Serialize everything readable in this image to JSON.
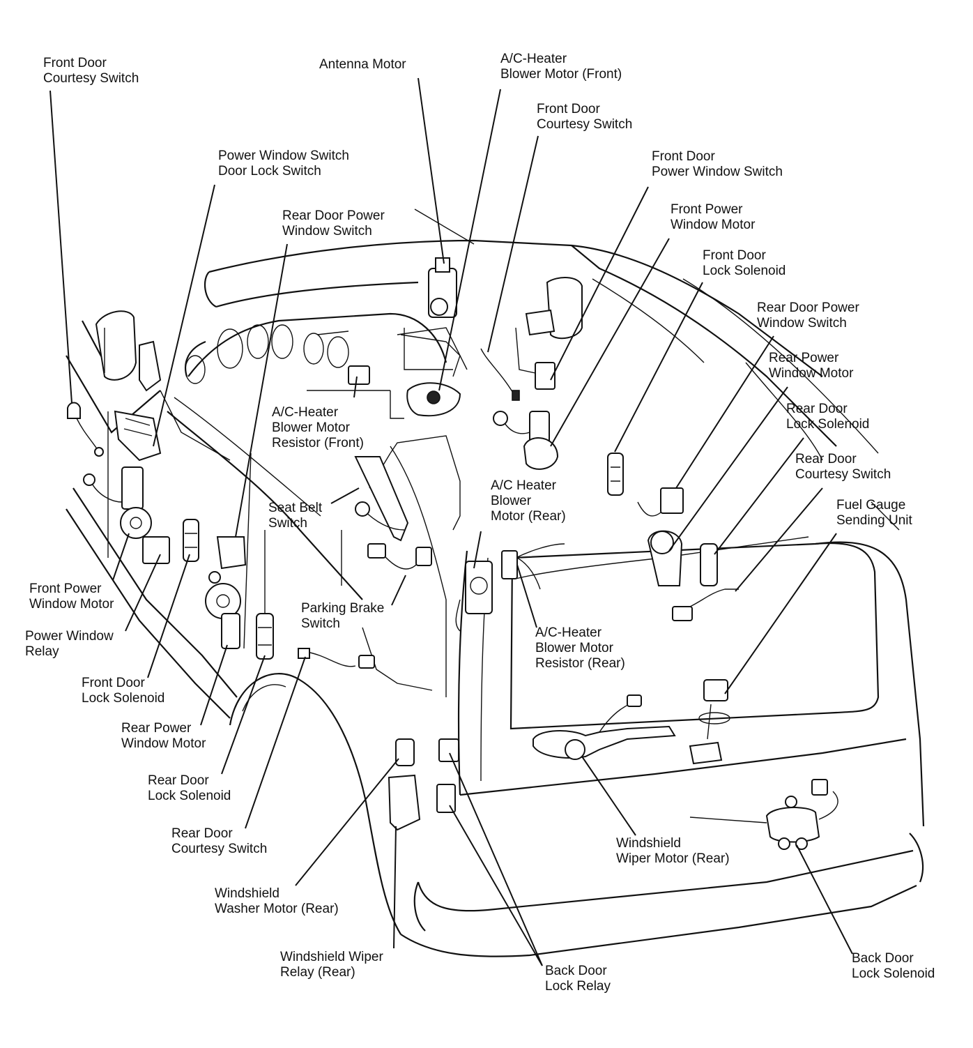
{
  "labels": [
    {
      "id": "front-door-courtesy-switch-left",
      "lines": [
        "Front Door",
        "Courtesy Switch"
      ]
    },
    {
      "id": "antenna-motor",
      "lines": [
        "Antenna Motor"
      ]
    },
    {
      "id": "ac-heater-blower-motor-front",
      "lines": [
        "A/C-Heater",
        "Blower Motor (Front)"
      ]
    },
    {
      "id": "front-door-courtesy-switch-right",
      "lines": [
        "Front Door",
        "Courtesy Switch"
      ]
    },
    {
      "id": "power-window-switch-door-lock-switch",
      "lines": [
        "Power Window Switch",
        "Door Lock Switch"
      ]
    },
    {
      "id": "front-door-power-window-switch",
      "lines": [
        "Front Door",
        "Power Window Switch"
      ]
    },
    {
      "id": "rear-door-power-window-switch-left",
      "lines": [
        "Rear Door Power",
        "Window Switch"
      ]
    },
    {
      "id": "front-power-window-motor-right",
      "lines": [
        "Front Power",
        "Window Motor"
      ]
    },
    {
      "id": "front-door-lock-solenoid-right",
      "lines": [
        "Front Door",
        "Lock Solenoid"
      ]
    },
    {
      "id": "rear-door-power-window-switch-right",
      "lines": [
        "Rear Door Power",
        "Window Switch"
      ]
    },
    {
      "id": "rear-power-window-motor-right",
      "lines": [
        "Rear Power",
        "Window Motor"
      ]
    },
    {
      "id": "rear-door-lock-solenoid-right",
      "lines": [
        "Rear Door",
        "Lock Solenoid"
      ]
    },
    {
      "id": "ac-heater-blower-motor-resistor-front",
      "lines": [
        "A/C-Heater",
        "Blower Motor",
        "Resistor (Front)"
      ]
    },
    {
      "id": "rear-door-courtesy-switch-right",
      "lines": [
        "Rear Door",
        "Courtesy Switch"
      ]
    },
    {
      "id": "ac-heater-blower-motor-rear",
      "lines": [
        "A/C Heater",
        "Blower",
        "Motor (Rear)"
      ]
    },
    {
      "id": "fuel-gauge-sending-unit",
      "lines": [
        "Fuel Gauge",
        "Sending Unit"
      ]
    },
    {
      "id": "seat-belt-switch",
      "lines": [
        "Seat Belt",
        "Switch"
      ]
    },
    {
      "id": "front-power-window-motor-left",
      "lines": [
        "Front Power",
        "Window Motor"
      ]
    },
    {
      "id": "parking-brake-switch",
      "lines": [
        "Parking Brake",
        "Switch"
      ]
    },
    {
      "id": "power-window-relay",
      "lines": [
        "Power Window",
        "Relay"
      ]
    },
    {
      "id": "ac-heater-blower-motor-resistor-rear",
      "lines": [
        "A/C-Heater",
        "Blower Motor",
        "Resistor (Rear)"
      ]
    },
    {
      "id": "front-door-lock-solenoid-left",
      "lines": [
        "Front Door",
        "Lock Solenoid"
      ]
    },
    {
      "id": "rear-power-window-motor-left",
      "lines": [
        "Rear Power",
        "Window Motor"
      ]
    },
    {
      "id": "rear-door-lock-solenoid-left",
      "lines": [
        "Rear Door",
        "Lock Solenoid"
      ]
    },
    {
      "id": "rear-door-courtesy-switch-left",
      "lines": [
        "Rear Door",
        "Courtesy Switch"
      ]
    },
    {
      "id": "windshield-wiper-motor-rear",
      "lines": [
        "Windshield",
        "Wiper Motor (Rear)"
      ]
    },
    {
      "id": "windshield-washer-motor-rear",
      "lines": [
        "Windshield",
        "Washer Motor (Rear)"
      ]
    },
    {
      "id": "windshield-wiper-relay-rear",
      "lines": [
        "Windshield Wiper",
        "Relay (Rear)"
      ]
    },
    {
      "id": "back-door-lock-relay",
      "lines": [
        "Back Door",
        "Lock Relay"
      ]
    },
    {
      "id": "back-door-lock-solenoid",
      "lines": [
        "Back Door",
        "Lock Solenoid"
      ]
    }
  ]
}
